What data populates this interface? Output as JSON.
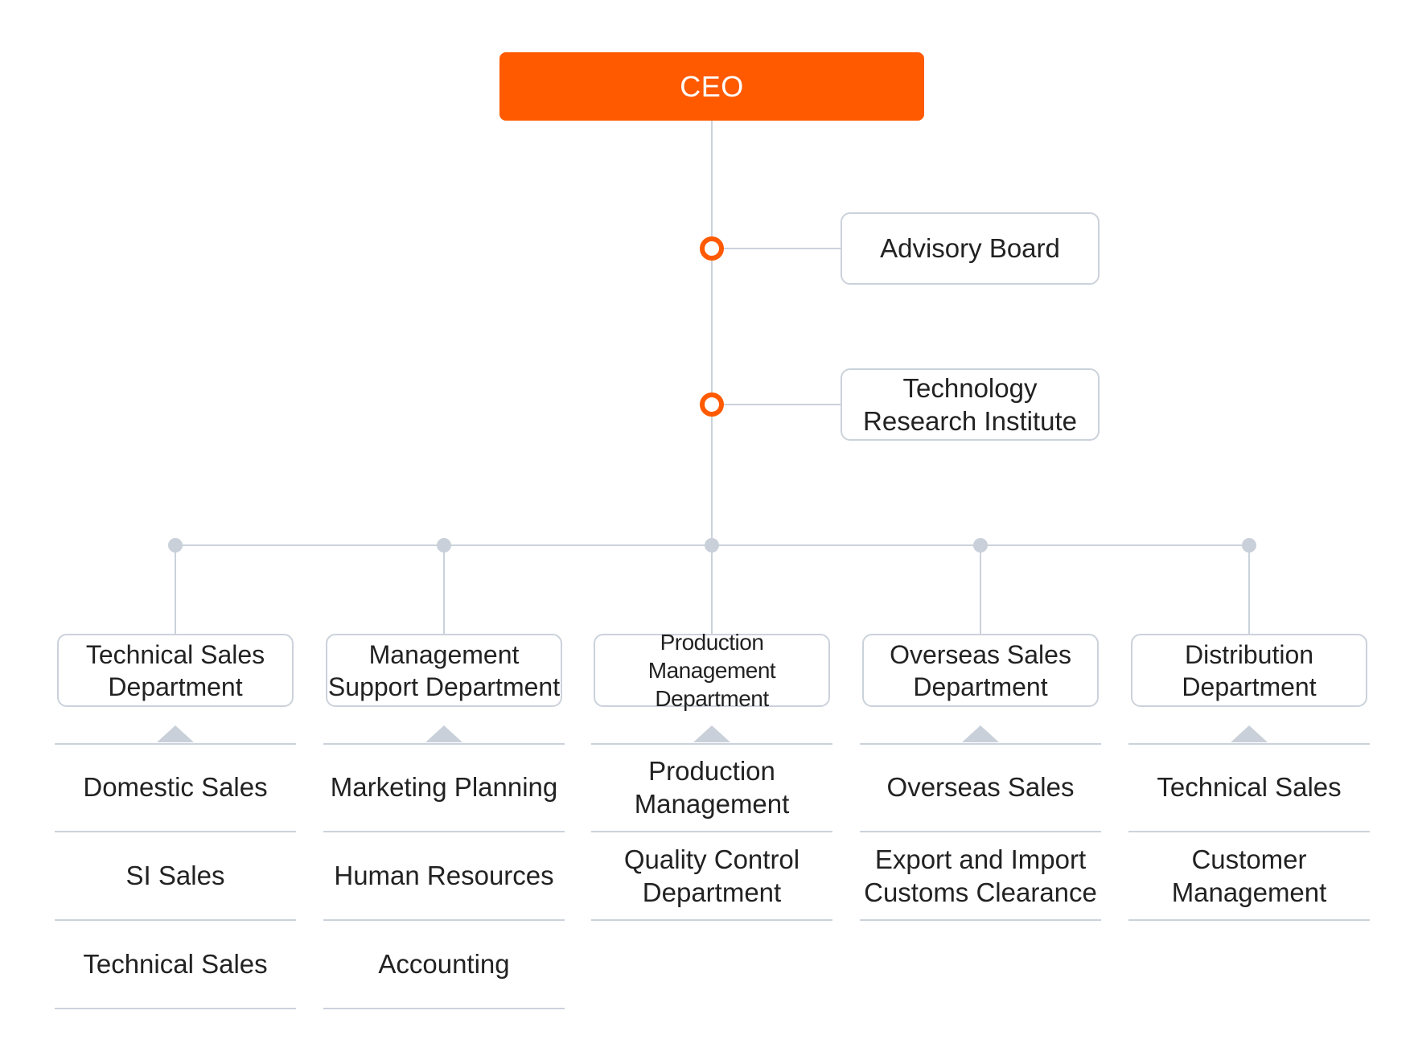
{
  "ceo": "CEO",
  "advisory": {
    "label": "Advisory Board"
  },
  "research": {
    "label": "Technology\nResearch Institute"
  },
  "departments": [
    {
      "label": "Technical Sales\nDepartment",
      "items": [
        "Domestic Sales",
        "SI Sales",
        "Technical Sales"
      ]
    },
    {
      "label": "Management\nSupport Department",
      "items": [
        "Marketing Planning",
        "Human Resources",
        "Accounting"
      ]
    },
    {
      "label": "Production Management\nDepartment",
      "items": [
        "Production\nManagement",
        "Quality Control\nDepartment"
      ]
    },
    {
      "label": "Overseas Sales\nDepartment",
      "items": [
        "Overseas Sales",
        "Export and Import\nCustoms Clearance"
      ]
    },
    {
      "label": "Distribution\nDepartment",
      "items": [
        "Technical Sales",
        "Customer\nManagement"
      ]
    }
  ],
  "colors": {
    "accent": "#ff5a00",
    "line": "#cbd2db",
    "triangle": "#c9d0d9"
  }
}
